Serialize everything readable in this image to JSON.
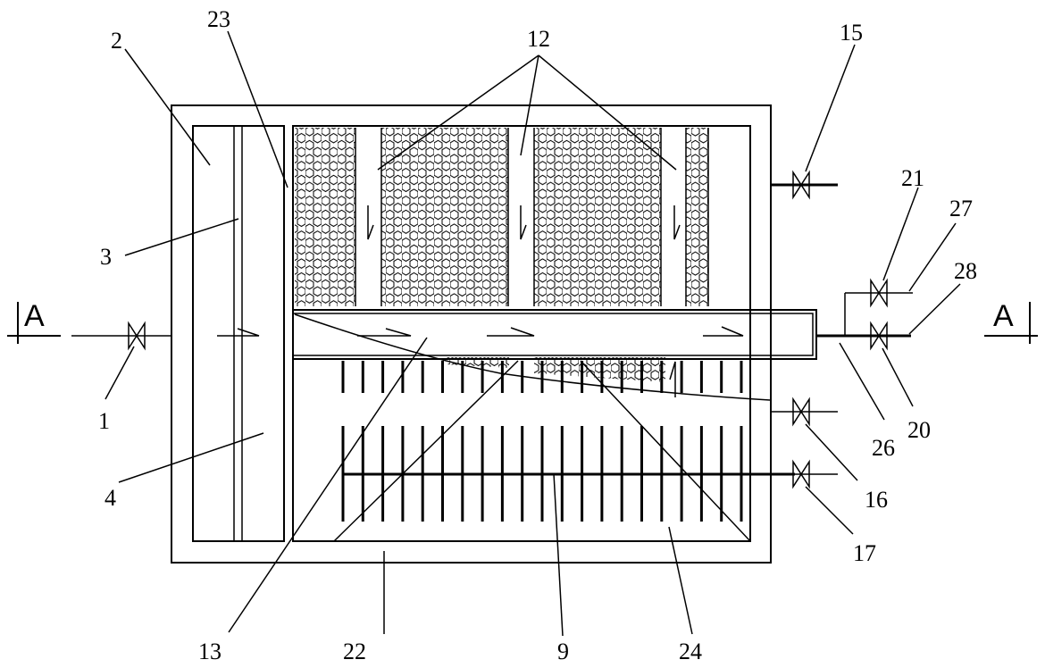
{
  "labels": {
    "l1": "1",
    "l2": "2",
    "l3": "3",
    "l4": "4",
    "l9": "9",
    "l12": "12",
    "l13": "13",
    "l15": "15",
    "l16": "16",
    "l17": "17",
    "l20": "20",
    "l21": "21",
    "l22": "22",
    "l23": "23",
    "l24": "24",
    "l26": "26",
    "l27": "27",
    "l28": "28"
  },
  "section": {
    "left": "A",
    "right": "A"
  }
}
